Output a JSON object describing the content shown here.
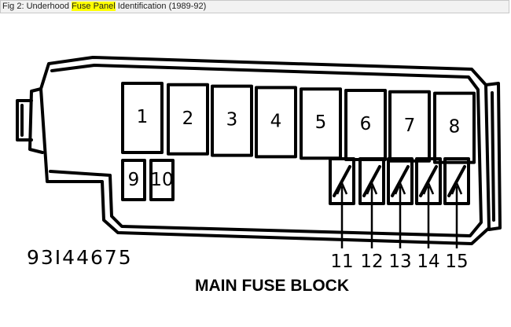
{
  "caption": {
    "before": "Fig 2: Underhood ",
    "highlight": "Fuse Panel",
    "after": " Identification (1989-92)"
  },
  "diagram": {
    "large_fuses": [
      "1",
      "2",
      "3",
      "4",
      "5",
      "6",
      "7",
      "8"
    ],
    "small_fuses": [
      "9",
      "10"
    ],
    "mini_fuses": [
      "11",
      "12",
      "13",
      "14",
      "15"
    ],
    "part_number": "93I44675",
    "title": "MAIN FUSE BLOCK"
  }
}
